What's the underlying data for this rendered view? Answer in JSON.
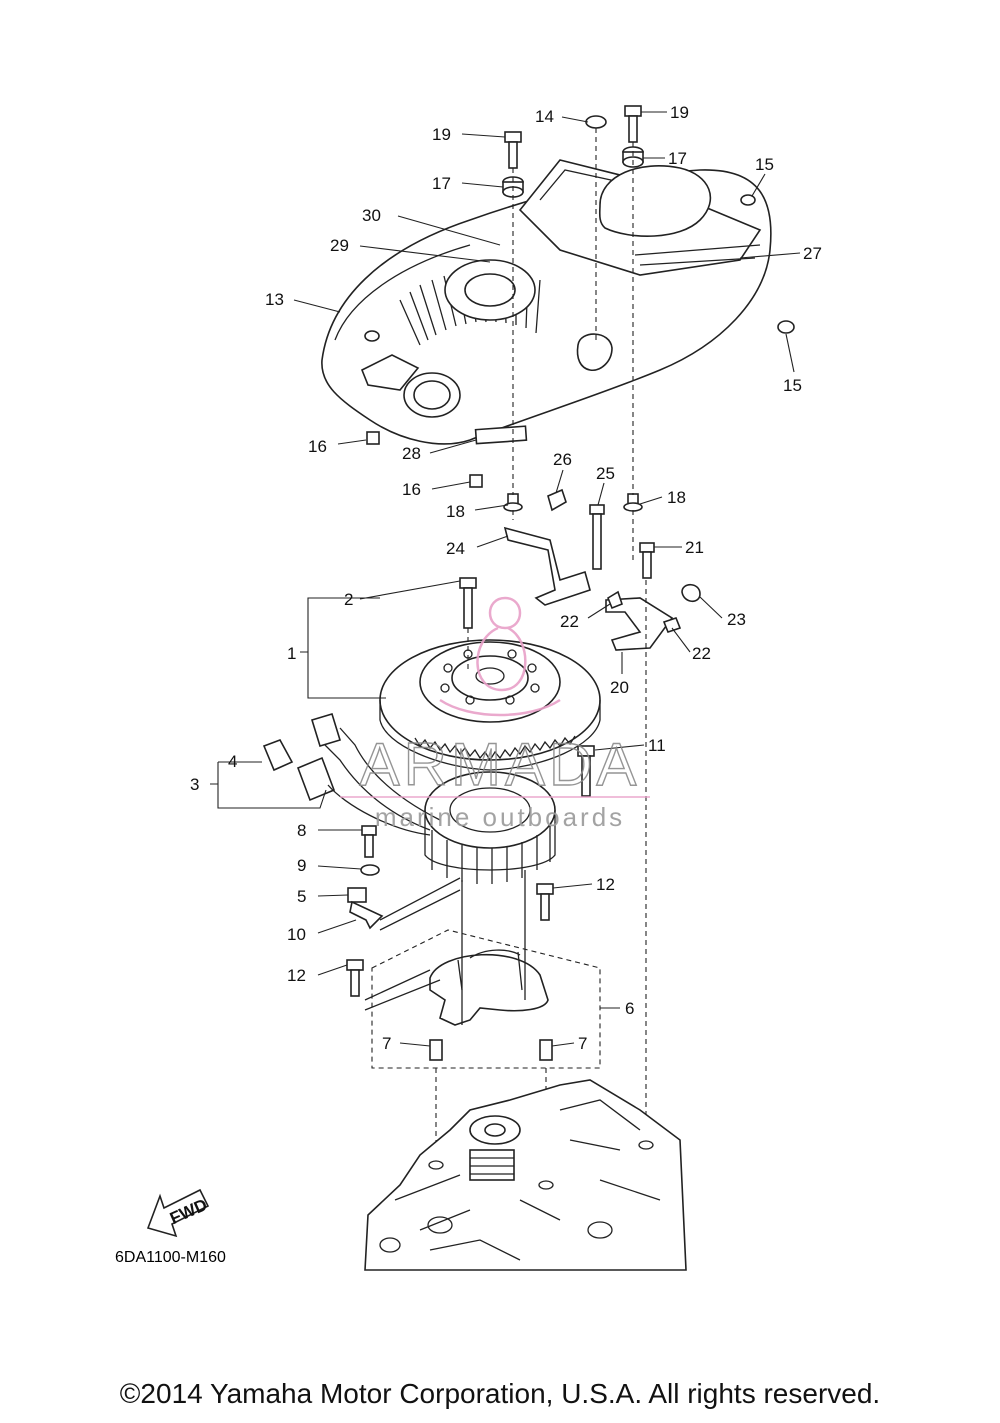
{
  "diagram": {
    "code": "6DA1100-M160",
    "fwd_label": "FWD",
    "callouts": [
      "1",
      "2",
      "3",
      "4",
      "5",
      "6",
      "7",
      "8",
      "9",
      "10",
      "11",
      "12",
      "13",
      "14",
      "15",
      "16",
      "17",
      "18",
      "19",
      "20",
      "21",
      "22",
      "23",
      "24",
      "25",
      "26",
      "27",
      "28",
      "29",
      "30"
    ]
  },
  "watermark": {
    "brand": "ARMADA",
    "tagline": "marine outboards",
    "brand_color": "#8a8a8a",
    "accent_color": "#e8a0c8"
  },
  "copyright": "©2014 Yamaha Motor Corporation, U.S.A. All rights reserved."
}
